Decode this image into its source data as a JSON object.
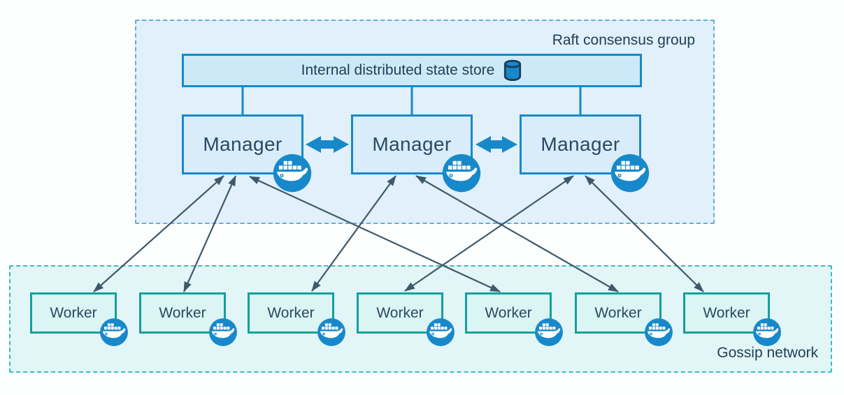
{
  "diagram": {
    "raft_group": {
      "label": "Raft consensus group"
    },
    "gossip_group": {
      "label": "Gossip network"
    },
    "state_store": {
      "label": "Internal distributed state store",
      "icon": "database-cylinder-icon"
    },
    "managers": [
      {
        "id": "manager-1",
        "label": "Manager",
        "icon": "docker-whale-icon"
      },
      {
        "id": "manager-2",
        "label": "Manager",
        "icon": "docker-whale-icon"
      },
      {
        "id": "manager-3",
        "label": "Manager",
        "icon": "docker-whale-icon"
      }
    ],
    "workers": [
      {
        "id": "worker-1",
        "label": "Worker",
        "icon": "docker-whale-icon"
      },
      {
        "id": "worker-2",
        "label": "Worker",
        "icon": "docker-whale-icon"
      },
      {
        "id": "worker-3",
        "label": "Worker",
        "icon": "docker-whale-icon"
      },
      {
        "id": "worker-4",
        "label": "Worker",
        "icon": "docker-whale-icon"
      },
      {
        "id": "worker-5",
        "label": "Worker",
        "icon": "docker-whale-icon"
      },
      {
        "id": "worker-6",
        "label": "Worker",
        "icon": "docker-whale-icon"
      },
      {
        "id": "worker-7",
        "label": "Worker",
        "icon": "docker-whale-icon"
      }
    ],
    "connections": {
      "store_to_managers": [
        "manager-1",
        "manager-2",
        "manager-3"
      ],
      "manager_peers": [
        [
          "manager-1",
          "manager-2"
        ],
        [
          "manager-2",
          "manager-3"
        ]
      ],
      "manager_to_workers": [
        [
          "manager-1",
          "worker-1"
        ],
        [
          "manager-1",
          "worker-2"
        ],
        [
          "manager-1",
          "worker-5"
        ],
        [
          "manager-2",
          "worker-3"
        ],
        [
          "manager-2",
          "worker-6"
        ],
        [
          "manager-3",
          "worker-4"
        ],
        [
          "manager-3",
          "worker-7"
        ]
      ],
      "style": "double-headed"
    },
    "colors": {
      "primary_blue": "#1789cb",
      "teal_border": "#14a09b",
      "raft_fill": "#e1f0fa",
      "raft_border": "#5fafda",
      "gossip_fill": "#e2f6f7",
      "gossip_border": "#39bcc0",
      "manager_fill": "#d8ecfa",
      "worker_fill": "#dbf4f4",
      "store_fill": "#cde9f8",
      "arrow_dark": "#3e596a",
      "text_dark": "#1f3e56"
    }
  }
}
